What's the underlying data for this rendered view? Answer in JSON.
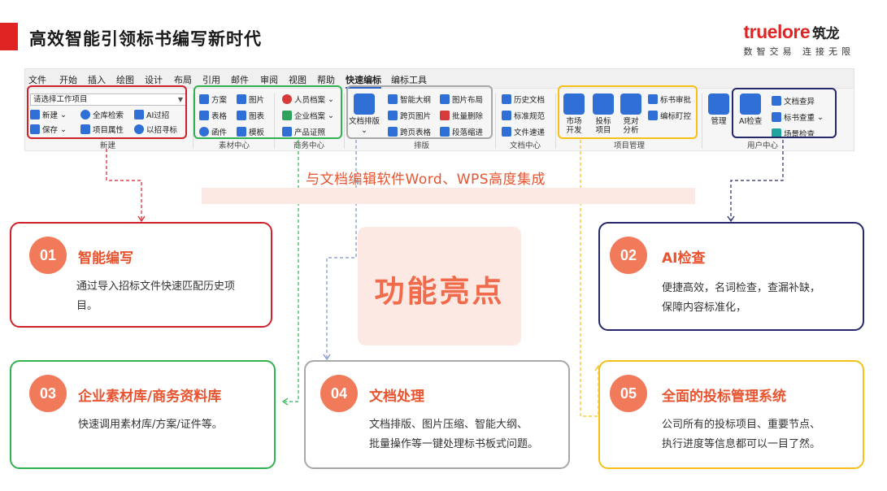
{
  "header": {
    "title": "高效智能引领标书编写新时代",
    "brand_logo": "truelore",
    "brand_logo_cn": "筑龙",
    "brand_slogan": "数智交易 连接无限"
  },
  "ribbon": {
    "menu": [
      "文件",
      "开始",
      "插入",
      "绘图",
      "设计",
      "布局",
      "引用",
      "邮件",
      "审阅",
      "视图",
      "帮助",
      "快速编标",
      "编标工具"
    ],
    "active_menu": "快速编标",
    "select_value": "请选择工作项目",
    "new_group": {
      "btn_new": "新建",
      "btn_search": "全库检索",
      "btn_ai_tender": "AI过招",
      "btn_save": "保存",
      "btn_project_attr": "项目属性",
      "btn_find_tender": "以招寻标",
      "label": "新建"
    },
    "material_group": {
      "btn_plan": "方案",
      "btn_image": "图片",
      "btn_table": "表格",
      "btn_chart": "图表",
      "btn_letter": "函件",
      "btn_template": "模板",
      "label": "素材中心"
    },
    "business_group": {
      "btn_staff": "人员档案",
      "btn_company": "企业档案",
      "btn_product": "产品证照",
      "label": "商务中心"
    },
    "layout_group": {
      "btn_doc_layout": "文档排版",
      "btn_outline": "智能大纲",
      "btn_image_layout": "图片布局",
      "btn_cross_image": "跨页图片",
      "btn_batch_delete": "批量删除",
      "btn_cross_table": "跨页表格",
      "btn_indent": "段落缩进",
      "label": "排版"
    },
    "doc_group": {
      "btn_history": "历史文档",
      "btn_standard": "标准规范",
      "btn_quick": "文件速递",
      "label": "文档中心"
    },
    "project_group": {
      "btn_market": "市场开发",
      "btn_bid_project": "投标项目",
      "btn_compete": "竞对分析",
      "btn_review": "标书审批",
      "btn_nail": "编标盯控",
      "label": "项目管理"
    },
    "user_group": {
      "btn_manage": "管理",
      "btn_ai_check": "AI检查",
      "btn_doc_diff": "文档查异",
      "btn_dup_check": "标书查重",
      "btn_scene": "场景检查",
      "label": "用户中心"
    }
  },
  "banner_text": "与文档编辑软件Word、WPS高度集成",
  "center_title": "功能亮点",
  "cards": [
    {
      "num": "01",
      "title": "智能编写",
      "desc_1": "通过导入招标文件快速匹配历史项",
      "desc_2": "目。"
    },
    {
      "num": "02",
      "title": "AI检查",
      "desc_1": "便捷高效，名词检查，查漏补缺，",
      "desc_2": "保障内容标准化，"
    },
    {
      "num": "03",
      "title": "企业素材库/商务资料库",
      "desc_1": "快速调用素材库/方案/证件等。",
      "desc_2": ""
    },
    {
      "num": "04",
      "title": "文档处理",
      "desc_1": "文档排版、图片压缩、智能大纲、",
      "desc_2": "批量操作等一键处理标书板式问题。"
    },
    {
      "num": "05",
      "title": "全面的投标管理系统",
      "desc_1": "公司所有的投标项目、重要节点、",
      "desc_2": "执行进度等信息都可以一目了然。"
    }
  ],
  "colors": {
    "red": "#e02323",
    "green": "#2fb24f",
    "gray": "#a8a8a8",
    "yellow": "#f5c018",
    "navy": "#25286b",
    "accent": "#f07a5a"
  }
}
